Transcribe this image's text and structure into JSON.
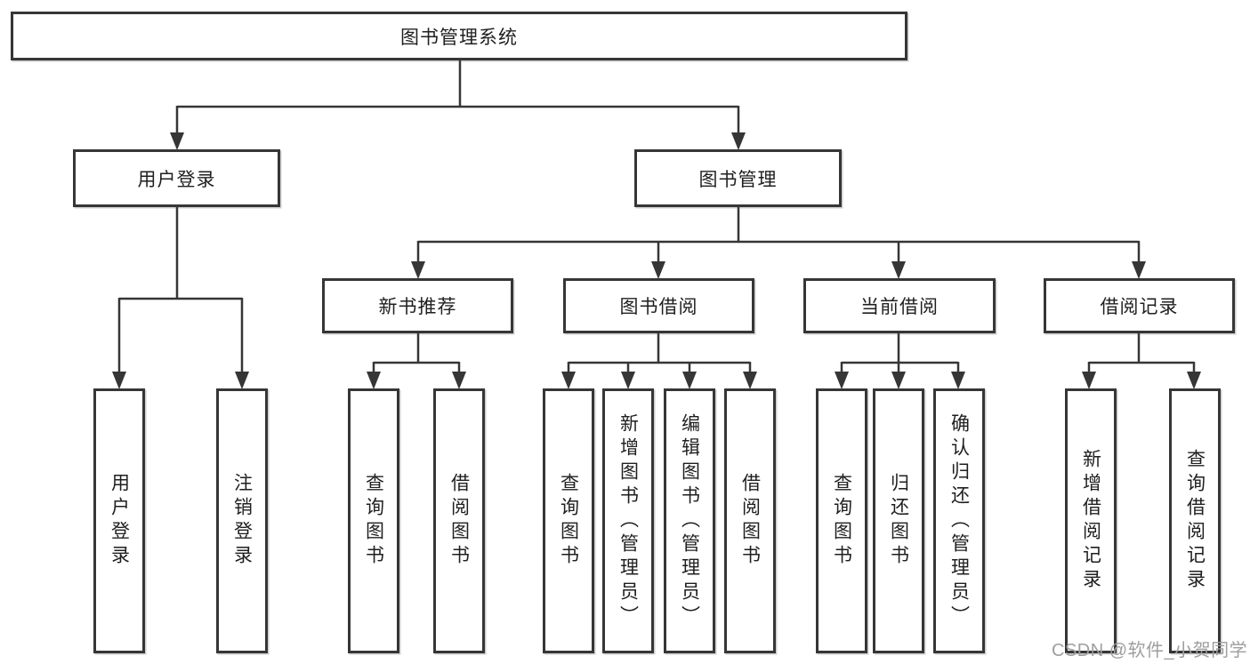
{
  "diagram": {
    "root": {
      "label": "图书管理系统"
    },
    "branches": {
      "user_login": {
        "label": "用户登录"
      },
      "book_mgmt": {
        "label": "图书管理"
      }
    },
    "modules": {
      "new_book_rec": {
        "label": "新书推荐"
      },
      "book_borrow": {
        "label": "图书借阅"
      },
      "current_borrow": {
        "label": "当前借阅"
      },
      "borrow_records": {
        "label": "借阅记录"
      }
    },
    "functions": {
      "ul_login": {
        "label": "用户登录"
      },
      "ul_logout": {
        "label": "注销登录"
      },
      "nb_query": {
        "label": "查询图书"
      },
      "nb_borrow": {
        "label": "借阅图书"
      },
      "bb_query": {
        "label": "查询图书"
      },
      "bb_add": {
        "label": "新增图书（管理员）"
      },
      "bb_edit": {
        "label": "编辑图书（管理员）"
      },
      "bb_borrow": {
        "label": "借阅图书"
      },
      "cb_query": {
        "label": "查询图书"
      },
      "cb_return": {
        "label": "归还图书"
      },
      "cb_confirm": {
        "label": "确认归还（管理员）"
      },
      "br_add": {
        "label": "新增借阅记录"
      },
      "br_query": {
        "label": "查询借阅记录"
      }
    }
  },
  "watermark": {
    "text": "CSDN @软件_小贺同学"
  },
  "colors": {
    "line": "#363636",
    "text": "#1f1f1f",
    "watermark": "#9e9e9e",
    "background": "#ffffff"
  }
}
